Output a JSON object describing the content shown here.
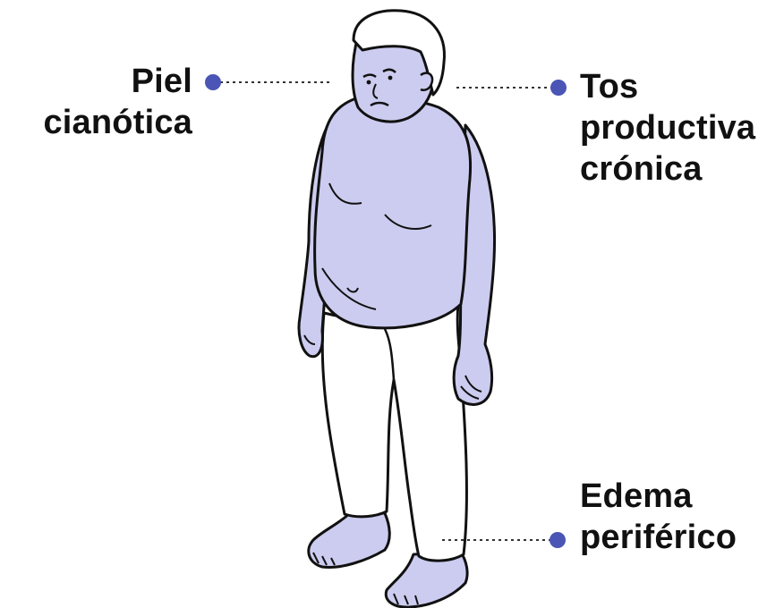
{
  "labels": {
    "skin": {
      "lines": [
        "Piel",
        "cianótica"
      ]
    },
    "cough": {
      "lines": [
        "Tos",
        "productiva",
        "crónica"
      ]
    },
    "edema": {
      "lines": [
        "Edema",
        "periférico"
      ]
    }
  },
  "colors": {
    "dot": "#4a55b5",
    "skin": "#ccccf0",
    "outline": "#111111",
    "trousers": "#ffffff"
  }
}
